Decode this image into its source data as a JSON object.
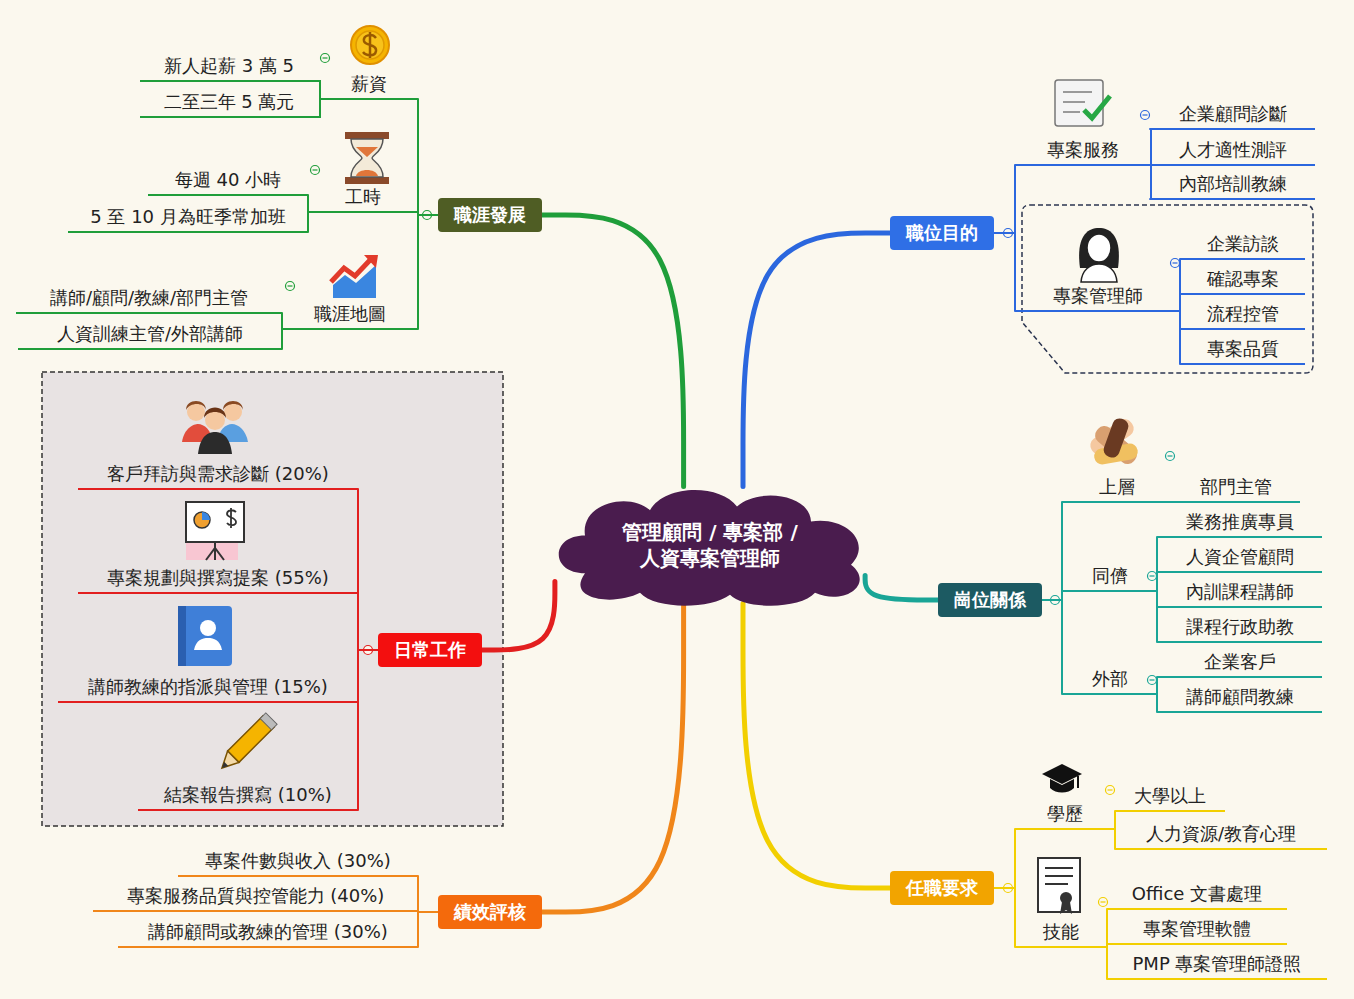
{
  "diagram": {
    "nodes": [
      {
        "text": [
          "管理顧問 / 專案部 / 人資專案管理師"
        ]
      },
      {
        "text": [
          "職涯發展"
        ]
      },
      {
        "text": [
          "薪資"
        ]
      },
      {
        "text": [
          "新人起薪 3 萬 5"
        ]
      },
      {
        "text": [
          "二至三年 5 萬元"
        ]
      },
      {
        "text": [
          "工時"
        ]
      },
      {
        "text": [
          "每週 40 小時"
        ]
      },
      {
        "text": [
          "5 至 10 月為旺季常加班"
        ]
      },
      {
        "text": [
          "職涯地圖"
        ]
      },
      {
        "text": [
          "講師/顧問/教練/部門主管"
        ]
      },
      {
        "text": [
          "人資訓練主管/外部講師"
        ]
      },
      {
        "text": [
          "職位目的"
        ]
      },
      {
        "text": [
          "專案服務"
        ]
      },
      {
        "text": [
          "企業顧問診斷"
        ]
      },
      {
        "text": [
          "人才適性測評"
        ]
      },
      {
        "text": [
          "內部培訓教練"
        ]
      },
      {
        "text": [
          "專案管理師"
        ]
      },
      {
        "text": [
          "企業訪談"
        ]
      },
      {
        "text": [
          "確認專案"
        ]
      },
      {
        "text": [
          "流程控管"
        ]
      },
      {
        "text": [
          "專案品質"
        ]
      },
      {
        "text": [
          "崗位關係"
        ]
      },
      {
        "text": [
          "上層"
        ]
      },
      {
        "text": [
          "部門主管"
        ]
      },
      {
        "text": [
          "同儕"
        ]
      },
      {
        "text": [
          "業務推廣專員"
        ]
      },
      {
        "text": [
          "人資企管顧問"
        ]
      },
      {
        "text": [
          "內訓課程講師"
        ]
      },
      {
        "text": [
          "課程行政助教"
        ]
      },
      {
        "text": [
          "外部"
        ]
      },
      {
        "text": [
          "企業客戶"
        ]
      },
      {
        "text": [
          "講師顧問教練"
        ]
      },
      {
        "text": [
          "任職要求"
        ]
      },
      {
        "text": [
          "學歷"
        ]
      },
      {
        "text": [
          "大學以上"
        ]
      },
      {
        "text": [
          "人力資源/教育心理"
        ]
      },
      {
        "text": [
          "技能"
        ]
      },
      {
        "text": [
          "Office 文書處理"
        ]
      },
      {
        "text": [
          "專案管理軟體"
        ]
      },
      {
        "text": [
          "PMP 專案管理師證照"
        ]
      },
      {
        "text": [
          "績效評核"
        ]
      },
      {
        "text": [
          "專案件數與收入 (30%)"
        ]
      },
      {
        "text": [
          "專案服務品質與控管能力 (40%)"
        ]
      },
      {
        "text": [
          "講師顧問或教練的管理 (30%)"
        ]
      },
      {
        "text": [
          "日常工作"
        ]
      },
      {
        "text": [
          "客戶拜訪與需求診斷 (20%)"
        ]
      },
      {
        "text": [
          "專案規劃與撰寫提案 (55%)"
        ]
      },
      {
        "text": [
          "講師教練的指派與管理 (15%)"
        ]
      },
      {
        "text": [
          "結案報告撰寫 (10%)"
        ]
      }
    ],
    "edges": [
      {
        "from": 0,
        "to": 1,
        "arrow": "none"
      },
      {
        "from": 1,
        "to": 2,
        "arrow": "none"
      },
      {
        "from": 2,
        "to": 3,
        "arrow": "none"
      },
      {
        "from": 2,
        "to": 4,
        "arrow": "none"
      },
      {
        "from": 1,
        "to": 5,
        "arrow": "none"
      },
      {
        "from": 5,
        "to": 6,
        "arrow": "none"
      },
      {
        "from": 5,
        "to": 7,
        "arrow": "none"
      },
      {
        "from": 1,
        "to": 8,
        "arrow": "none"
      },
      {
        "from": 8,
        "to": 9,
        "arrow": "none"
      },
      {
        "from": 8,
        "to": 10,
        "arrow": "none"
      },
      {
        "from": 0,
        "to": 11,
        "arrow": "none"
      },
      {
        "from": 11,
        "to": 12,
        "arrow": "none"
      },
      {
        "from": 12,
        "to": 13,
        "arrow": "none"
      },
      {
        "from": 12,
        "to": 14,
        "arrow": "none"
      },
      {
        "from": 12,
        "to": 15,
        "arrow": "none"
      },
      {
        "from": 11,
        "to": 16,
        "arrow": "none"
      },
      {
        "from": 16,
        "to": 17,
        "arrow": "none"
      },
      {
        "from": 16,
        "to": 18,
        "arrow": "none"
      },
      {
        "from": 16,
        "to": 19,
        "arrow": "none"
      },
      {
        "from": 16,
        "to": 20,
        "arrow": "none"
      },
      {
        "from": 0,
        "to": 21,
        "arrow": "none"
      },
      {
        "from": 21,
        "to": 22,
        "arrow": "none"
      },
      {
        "from": 22,
        "to": 23,
        "arrow": "none"
      },
      {
        "from": 21,
        "to": 24,
        "arrow": "none"
      },
      {
        "from": 24,
        "to": 25,
        "arrow": "none"
      },
      {
        "from": 24,
        "to": 26,
        "arrow": "none"
      },
      {
        "from": 24,
        "to": 27,
        "arrow": "none"
      },
      {
        "from": 24,
        "to": 28,
        "arrow": "none"
      },
      {
        "from": 21,
        "to": 29,
        "arrow": "none"
      },
      {
        "from": 29,
        "to": 30,
        "arrow": "none"
      },
      {
        "from": 29,
        "to": 31,
        "arrow": "none"
      },
      {
        "from": 0,
        "to": 32,
        "arrow": "none"
      },
      {
        "from": 32,
        "to": 33,
        "arrow": "none"
      },
      {
        "from": 33,
        "to": 34,
        "arrow": "none"
      },
      {
        "from": 33,
        "to": 35,
        "arrow": "none"
      },
      {
        "from": 32,
        "to": 36,
        "arrow": "none"
      },
      {
        "from": 36,
        "to": 37,
        "arrow": "none"
      },
      {
        "from": 36,
        "to": 38,
        "arrow": "none"
      },
      {
        "from": 36,
        "to": 39,
        "arrow": "none"
      },
      {
        "from": 0,
        "to": 40,
        "arrow": "none"
      },
      {
        "from": 40,
        "to": 41,
        "arrow": "none"
      },
      {
        "from": 40,
        "to": 42,
        "arrow": "none"
      },
      {
        "from": 40,
        "to": 43,
        "arrow": "none"
      },
      {
        "from": 0,
        "to": 44,
        "arrow": "none"
      },
      {
        "from": 44,
        "to": 45,
        "arrow": "none"
      },
      {
        "from": 44,
        "to": 46,
        "arrow": "none"
      },
      {
        "from": 44,
        "to": 47,
        "arrow": "none"
      },
      {
        "from": 44,
        "to": 48,
        "arrow": "none"
      }
    ]
  }
}
